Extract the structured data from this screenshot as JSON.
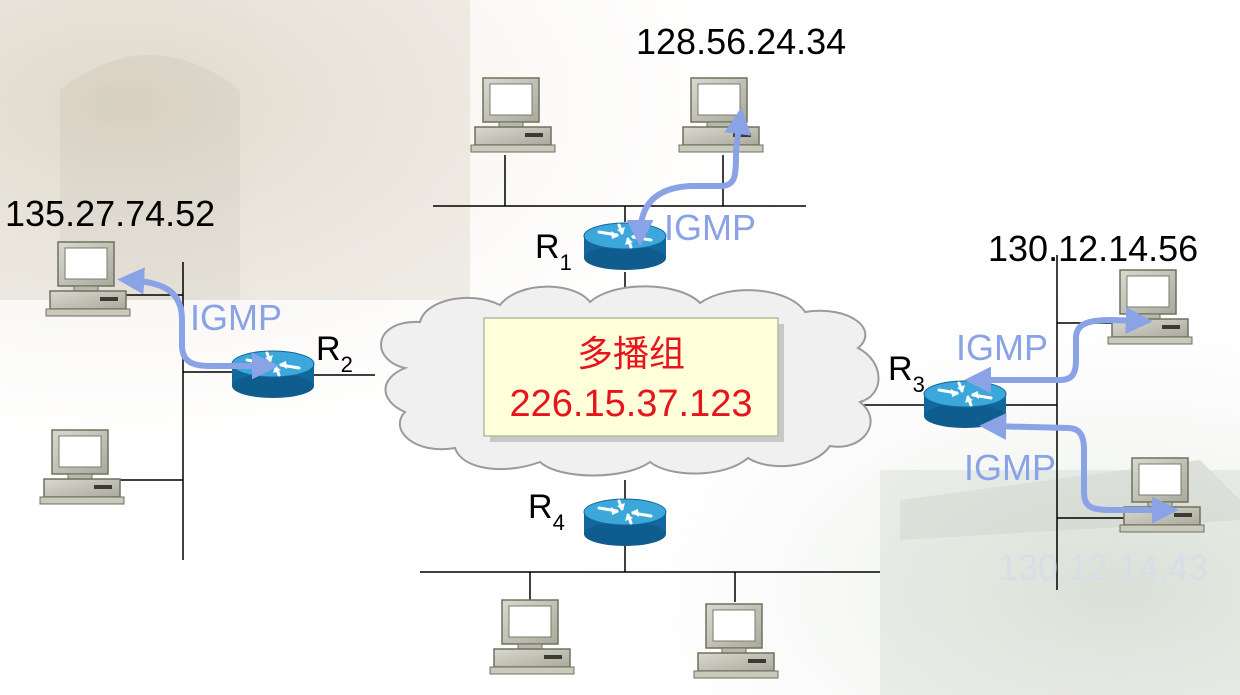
{
  "colors": {
    "igmp_arrow": "#8aa2e6",
    "multicast_text": "#e8141d",
    "multicast_box": "#ffffd9",
    "router_body": "#1a6fa3",
    "router_top": "#3fa9dc"
  },
  "hosts": {
    "top_right": {
      "ip": "128.56.24.34"
    },
    "left_top": {
      "ip": "135.27.74.52"
    },
    "right_top": {
      "ip": "130.12.14.56"
    },
    "right_bottom": {
      "ip": "130.12.14.43"
    }
  },
  "routers": {
    "r1": {
      "name": "R",
      "sub": "1"
    },
    "r2": {
      "name": "R",
      "sub": "2"
    },
    "r3": {
      "name": "R",
      "sub": "3"
    },
    "r4": {
      "name": "R",
      "sub": "4"
    }
  },
  "igmp_labels": [
    "IGMP",
    "IGMP",
    "IGMP",
    "IGMP"
  ],
  "multicast_group": {
    "name": "多播组",
    "address": "226.15.37.123"
  }
}
